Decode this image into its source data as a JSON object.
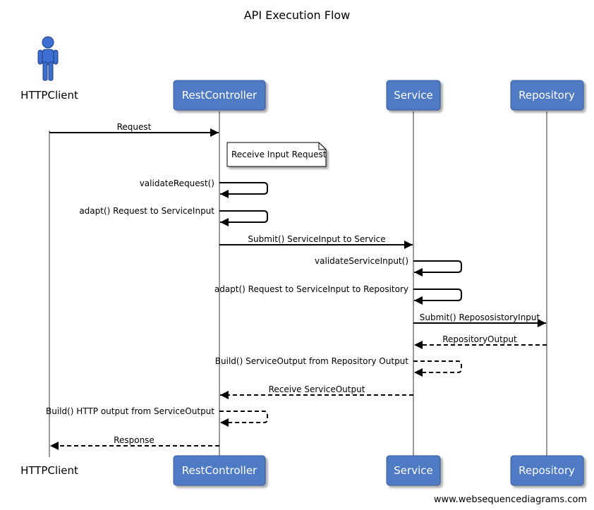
{
  "title": "API Execution Flow",
  "credit": "www.websequencediagrams.com",
  "participants": {
    "client": "HTTPClient",
    "controller": "RestController",
    "service": "Service",
    "repository": "Repository"
  },
  "note": "Receive Input Request",
  "messages": {
    "m1": "Request",
    "m2": "validateRequest()",
    "m3": "adapt() Request to ServiceInput",
    "m4": "Submit() ServiceInput to Service",
    "m5": "validateServiceInput()",
    "m6": "adapt() Request to ServiceInput to Repository",
    "m7": "Submit() RepososistoryInput",
    "m8": "RepositoryOutput",
    "m9": "Build() ServiceOutput from Repository Output",
    "m10": "Receive ServiceOutput",
    "m11": "Build() HTTP output from ServiceOutput",
    "m12": "Response"
  },
  "colors": {
    "participant_box": "#4f7ac4",
    "participant_text": "#ffffff",
    "lifeline": "#999999",
    "actor_icon": "#3d6fd0"
  }
}
